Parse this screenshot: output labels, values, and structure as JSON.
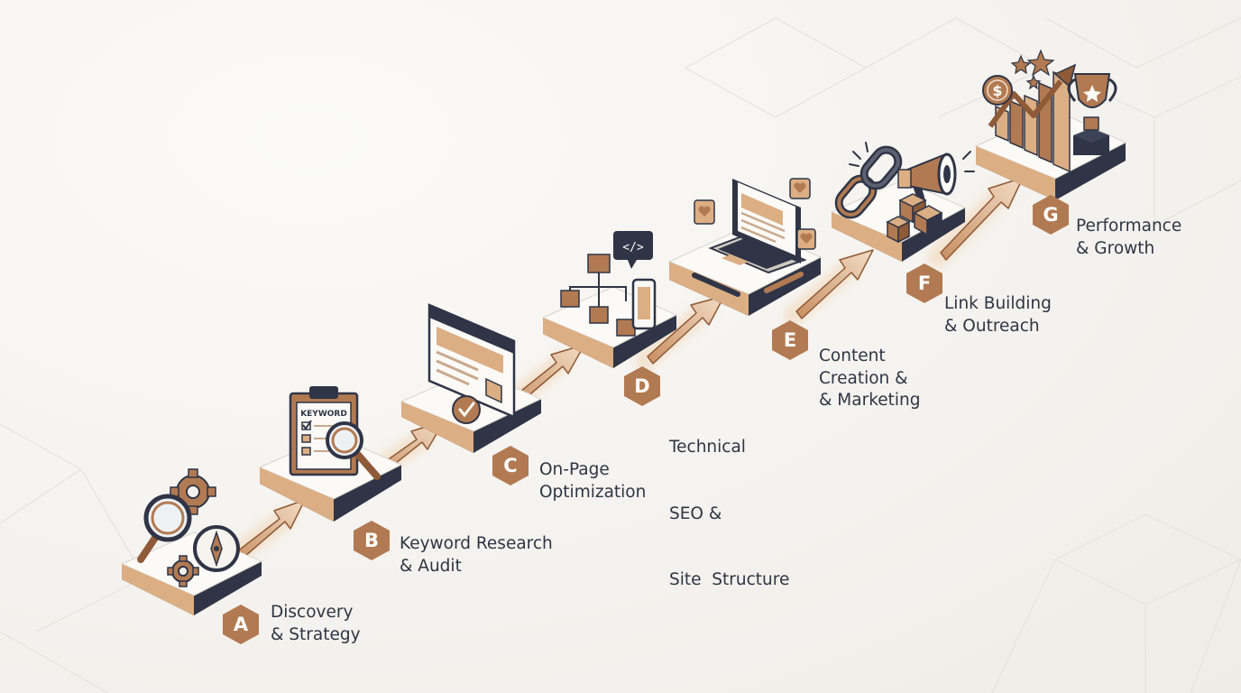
{
  "steps": [
    {
      "letter": "A",
      "lines": [
        "Discovery",
        "& Strategy"
      ]
    },
    {
      "letter": "B",
      "lines": [
        "Keyword Research",
        "& Audit"
      ]
    },
    {
      "letter": "C",
      "lines": [
        "On-Page",
        "Optimization"
      ]
    },
    {
      "letter": "D",
      "lines": [
        "Technical",
        "SEO &",
        "Site  Structure"
      ]
    },
    {
      "letter": "E",
      "lines": [
        "Content",
        "Creation &",
        "& Marketing"
      ]
    },
    {
      "letter": "F",
      "lines": [
        "Link Building",
        "& Outreach"
      ]
    },
    {
      "letter": "G",
      "lines": [
        "Performance",
        "& Growth"
      ]
    }
  ],
  "clipboard_label": "KEYWORD",
  "code_tag": "</>",
  "colors": {
    "accent": "#b27a52",
    "accent_light": "#dcae84",
    "accent_dark": "#8e5a37",
    "navy": "#2f3546",
    "text": "#2e3544",
    "platform_top": "#fbfaf7",
    "background": "#f4f2ee"
  },
  "icons": [
    "magnifier-icon",
    "gear-icon",
    "compass-icon",
    "clipboard-icon",
    "browser-window-icon",
    "checkmark-icon",
    "sitemap-icon",
    "code-bubble-icon",
    "mobile-icon",
    "laptop-icon",
    "pen-icon",
    "heart-icon",
    "chain-link-icon",
    "megaphone-icon",
    "box-icon",
    "bar-chart-icon",
    "dollar-coin-icon",
    "star-icon",
    "trophy-icon",
    "arrow-icon"
  ]
}
